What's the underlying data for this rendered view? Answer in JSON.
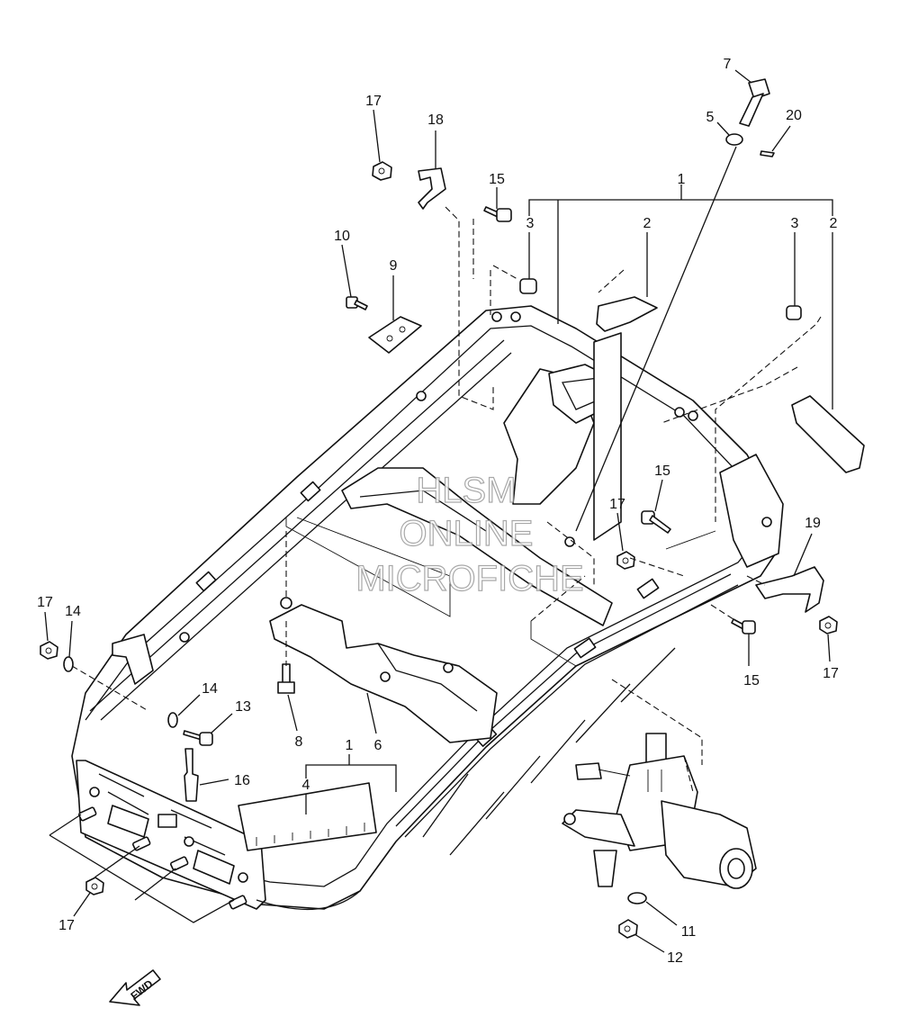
{
  "diagram": {
    "callouts": [
      {
        "id": "c7",
        "label": "7"
      },
      {
        "id": "c5",
        "label": "5"
      },
      {
        "id": "c20",
        "label": "20"
      },
      {
        "id": "c17a",
        "label": "17"
      },
      {
        "id": "c18",
        "label": "18"
      },
      {
        "id": "c15a",
        "label": "15"
      },
      {
        "id": "c1a",
        "label": "1"
      },
      {
        "id": "c3a",
        "label": "3"
      },
      {
        "id": "c2a",
        "label": "2"
      },
      {
        "id": "c3b",
        "label": "3"
      },
      {
        "id": "c2b",
        "label": "2"
      },
      {
        "id": "c10",
        "label": "10"
      },
      {
        "id": "c9",
        "label": "9"
      },
      {
        "id": "c15b",
        "label": "15"
      },
      {
        "id": "c17b",
        "label": "17"
      },
      {
        "id": "c19",
        "label": "19"
      },
      {
        "id": "c17c",
        "label": "17"
      },
      {
        "id": "c14a",
        "label": "14"
      },
      {
        "id": "c14b",
        "label": "14"
      },
      {
        "id": "c13",
        "label": "13"
      },
      {
        "id": "c8",
        "label": "8"
      },
      {
        "id": "c1b",
        "label": "1"
      },
      {
        "id": "c6",
        "label": "6"
      },
      {
        "id": "c4",
        "label": "4"
      },
      {
        "id": "c16",
        "label": "16"
      },
      {
        "id": "c15c",
        "label": "15"
      },
      {
        "id": "c17d",
        "label": "17"
      },
      {
        "id": "c17e",
        "label": "17"
      },
      {
        "id": "c11",
        "label": "11"
      },
      {
        "id": "c12",
        "label": "12"
      }
    ],
    "fwd_label": "FWD",
    "watermark": {
      "line1": "HLSM",
      "line2": "ONLINE",
      "line3": "MICROFICHE"
    }
  }
}
